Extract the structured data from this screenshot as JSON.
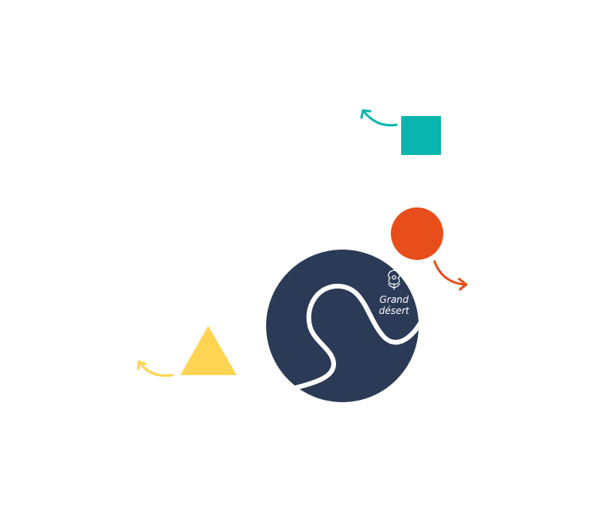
{
  "map": {
    "place_label_line1": "Grand",
    "place_label_line2": "désert",
    "place_icon": "flower-icon"
  },
  "colors": {
    "background": "#ffffff",
    "planet": "#2b3a56",
    "river": "#ffffff",
    "square": "#0ab5ad",
    "circle": "#e84e1b",
    "triangle": "#fed452"
  },
  "shapes": [
    {
      "name": "square",
      "color": "#0ab5ad",
      "arrow_direction": "up-left"
    },
    {
      "name": "circle",
      "color": "#e84e1b",
      "arrow_direction": "down-right"
    },
    {
      "name": "triangle",
      "color": "#fed452",
      "arrow_direction": "up-left"
    }
  ]
}
